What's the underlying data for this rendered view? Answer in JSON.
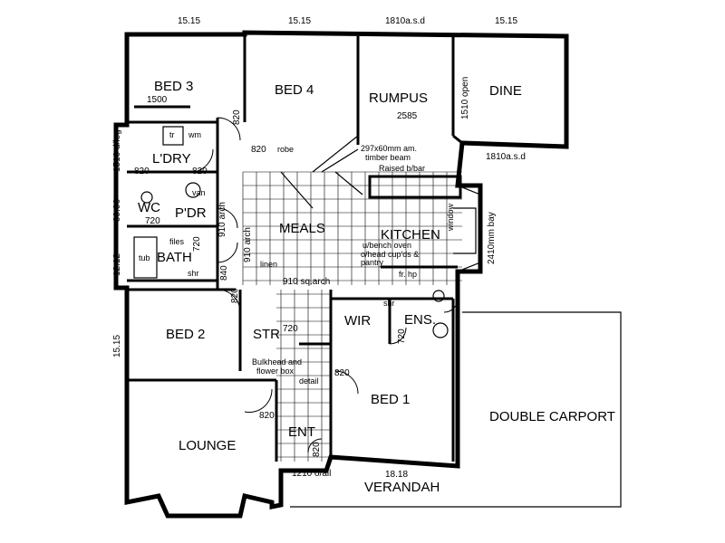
{
  "rooms": {
    "bed3": "BED 3",
    "bed4": "BED 4",
    "rumpus": "RUMPUS",
    "dine": "DINE",
    "ldry": "L'DRY",
    "wc": "WC",
    "pdr": "P'DR",
    "bath": "BATH",
    "meals": "MEALS",
    "kitchen": "KITCHEN",
    "bed2": "BED 2",
    "str": "STR",
    "wir": "WIR",
    "ens": "ENS.",
    "bed1": "BED 1",
    "lounge": "LOUNGE",
    "ent": "ENT",
    "carport": "DOUBLE CARPORT",
    "verandah": "VERANDAH"
  },
  "dims": {
    "top1": "15.15",
    "top2": "15.15",
    "top3": "1810a.s.d",
    "top4": "15.15",
    "d1500": "1500",
    "d2585": "2585",
    "open": "1510 open",
    "d1810b": "1810a.s.d",
    "left1": "1510 d/leg",
    "left2": "09.06",
    "left3": "12.12",
    "left4": "15.15",
    "bottom1": "18.18",
    "bottom2": "1210 o/all",
    "bay": "2410mm bay",
    "d820a": "820",
    "d820b": "820",
    "d820c": "820",
    "d820d": "820",
    "d820e": "820",
    "d820f": "820",
    "d820g": "820",
    "d820h": "820",
    "d720a": "720",
    "d720b": "720",
    "d720c": "720",
    "d720d": "720",
    "d840": "840",
    "arch910": "910 arch",
    "arch910sq": "910 sq.arch",
    "arch910b": "910 arch"
  },
  "notes": {
    "tr": "tr",
    "wm": "wm",
    "robe": "robe",
    "van": "van",
    "tub": "tub",
    "shr1": "shr",
    "shr2": "shr",
    "files": "files",
    "linen": "linen",
    "beam1": "297x60mm am.",
    "beam2": "timber beam",
    "raised": "Raised b/bar",
    "bench1": "u/bench oven",
    "bench2": "o/head cup'ds &",
    "pantry": "pantry",
    "frhp": "fr. hp",
    "bulk1": "Bulkhead and",
    "bulk2": "flower box",
    "bulk3": "detail",
    "window": "window"
  }
}
